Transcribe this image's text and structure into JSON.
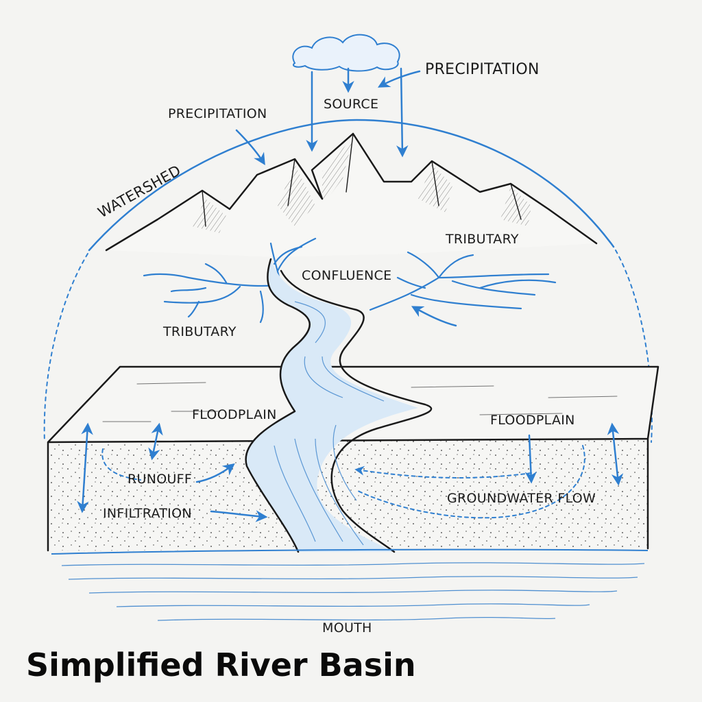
{
  "title": "Simplified River Basin",
  "labels": {
    "precipitation_top": "PRECIPITATION",
    "precipitation_left": "PRECIPITATION",
    "source": "SOURCE",
    "watershed": "WATERSHED",
    "tributary_right": "TRIBUTARY",
    "confluence": "CONFLUENCE",
    "tributary_left": "TRIBUTARY",
    "floodplain_left": "FLOODPLAIN",
    "floodplain_right": "FLOODPLAIN",
    "runoff": "RUNOUFF",
    "infiltration": "INFILTRATION",
    "groundwater_flow": "GROUNDWATER FLOW",
    "mouth": "MOUTH"
  },
  "colors": {
    "water": "#2f7fd0",
    "ink": "#1a1a1a",
    "paper": "#f4f4f2"
  }
}
